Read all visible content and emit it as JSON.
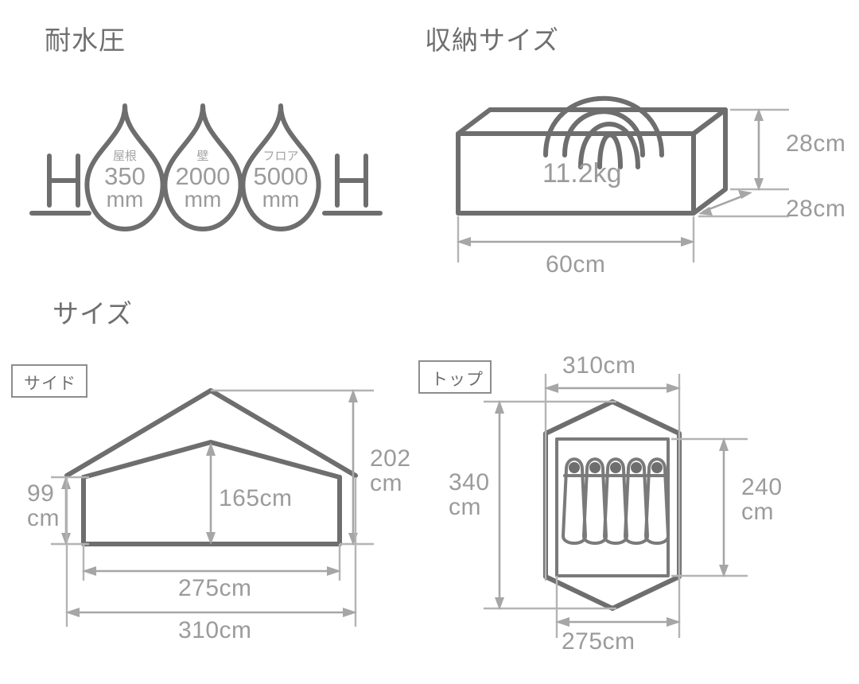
{
  "sections": {
    "waterproof": {
      "title": "耐水圧"
    },
    "storage": {
      "title": "収納サイズ"
    },
    "size": {
      "title": "サイズ"
    }
  },
  "waterproof": {
    "unit_symbol_left": "H",
    "unit_symbol_right": "H",
    "droplets": [
      {
        "caption": "屋根",
        "value": "350",
        "unit": "mm"
      },
      {
        "caption": "壁",
        "value": "2000",
        "unit": "mm"
      },
      {
        "caption": "フロア",
        "value": "5000",
        "unit": "mm"
      }
    ]
  },
  "storage": {
    "weight": "11.2kg",
    "dimensions": {
      "height": "28cm",
      "depth": "28cm",
      "width": "60cm"
    }
  },
  "size": {
    "side": {
      "tag": "サイド",
      "peak_height": "202\ncm",
      "peak_height_line1": "202",
      "peak_height_line2": "cm",
      "wall_height_line1": "99",
      "wall_height_line2": "cm",
      "inner_height": "165cm",
      "inner_width": "275cm",
      "outer_width": "310cm"
    },
    "top": {
      "tag": "トップ",
      "outer_width": "310cm",
      "outer_depth_line1": "340",
      "outer_depth_line2": "cm",
      "inner_depth_line1": "240",
      "inner_depth_line2": "cm",
      "inner_width": "275cm",
      "sleeping_bag_count": 5
    }
  },
  "colors": {
    "ink": "#6e6e6e",
    "dimension": "#a6a6a6",
    "text": "#9b9b9b",
    "title": "#6f6f6f",
    "background": "#ffffff"
  }
}
